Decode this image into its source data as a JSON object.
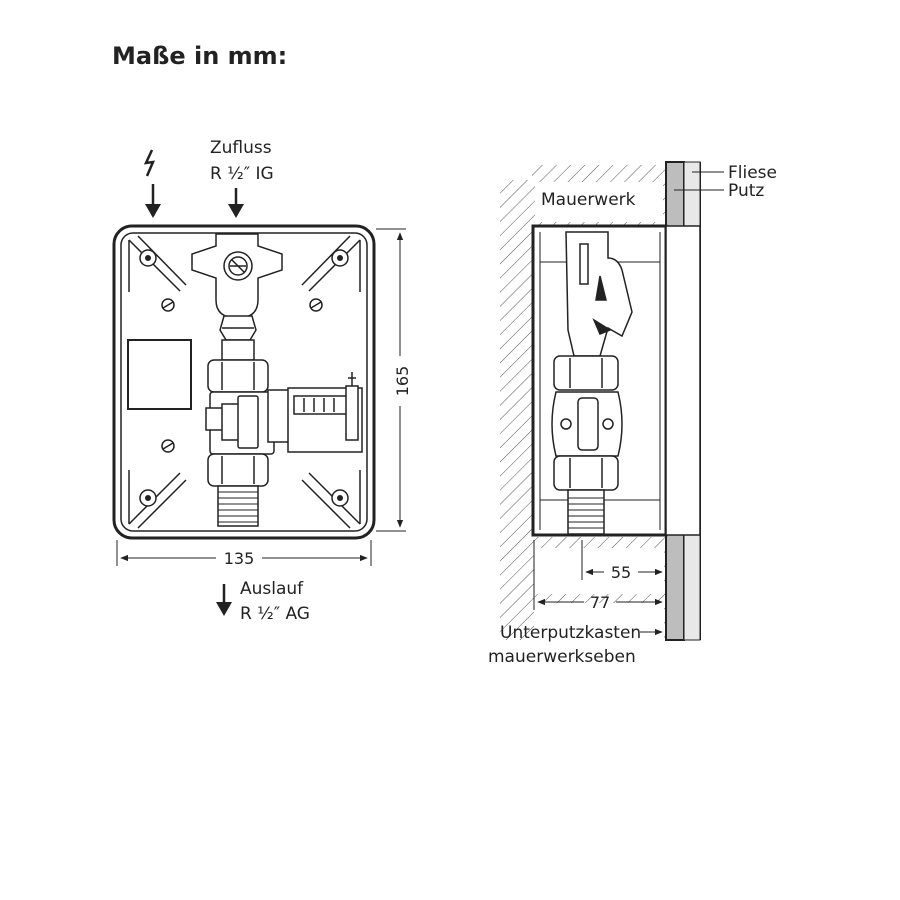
{
  "title": "Maße in mm:",
  "front_view": {
    "inlet_label_line1": "Zufluss",
    "inlet_label_line2": "R ½″ IG",
    "outlet_label_line1": "Auslauf",
    "outlet_label_line2": "R ½″ AG",
    "width_dim": "135",
    "height_dim": "165",
    "power_icon": "lightning-bolt-icon"
  },
  "side_view": {
    "tile_label": "Fliese",
    "plaster_label": "Putz",
    "masonry_label": "Mauerwerk",
    "depth_dim_inner": "55",
    "depth_dim_outer": "77",
    "box_label_line1": "Unterputzkasten",
    "box_label_line2": "mauerwerkseben"
  },
  "colors": {
    "line": "#222222",
    "tile_fill": "#bdbdbd",
    "box_fill": "#ffffff"
  }
}
